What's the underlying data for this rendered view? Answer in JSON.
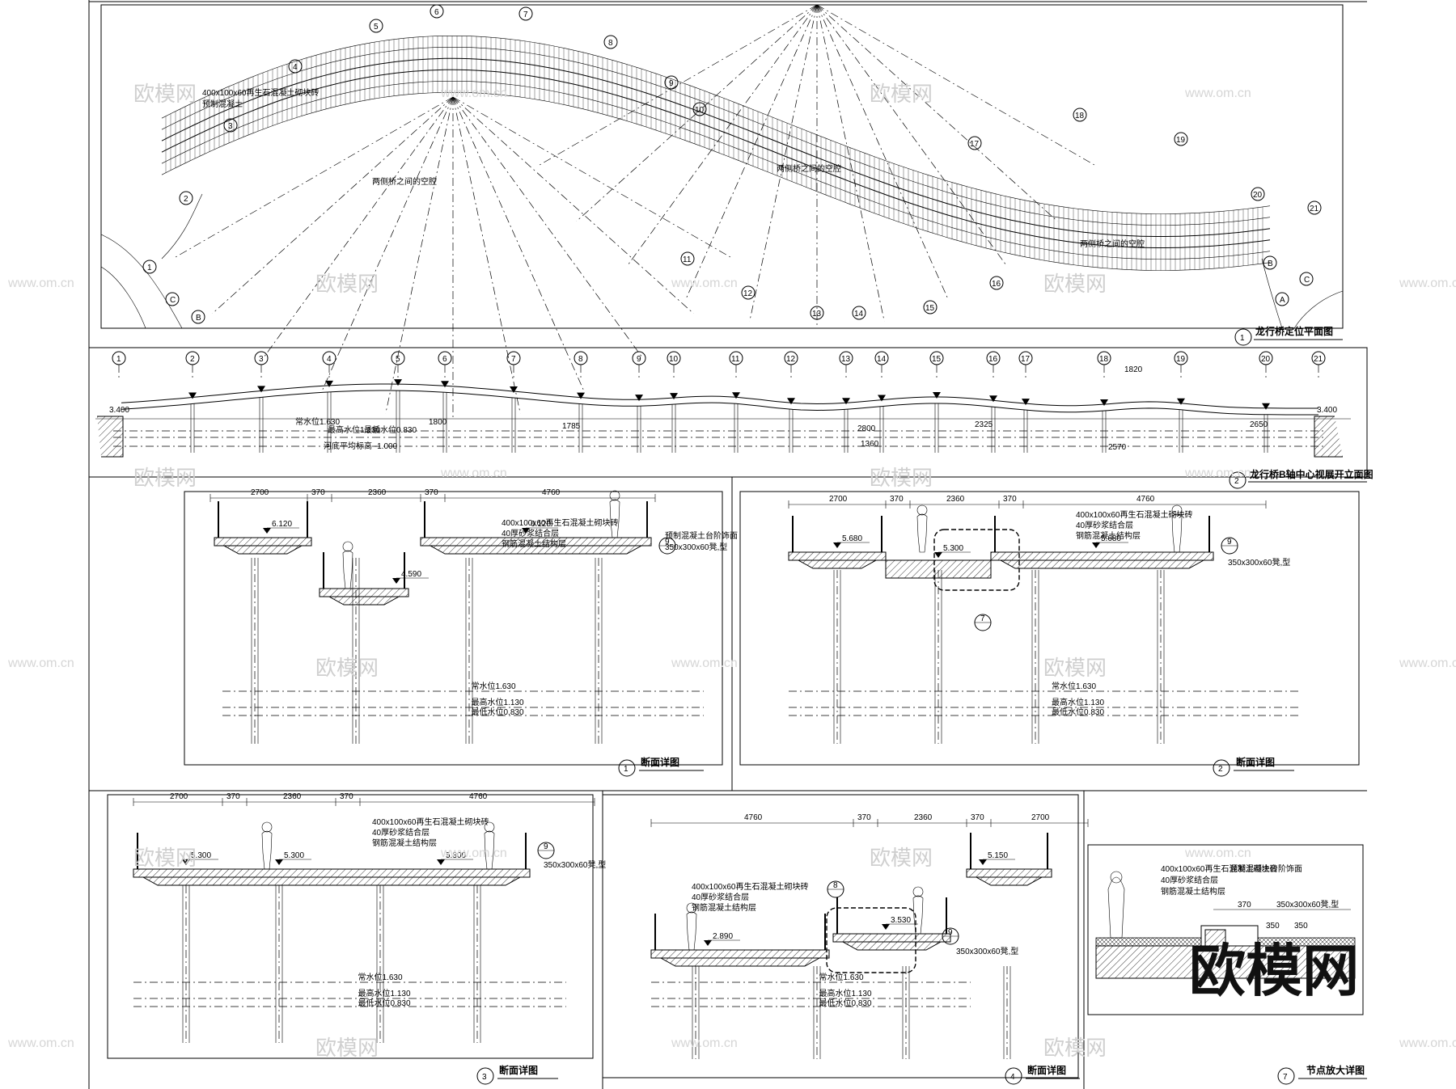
{
  "plan": {
    "title": "龙行桥定位平面图",
    "number": "1",
    "axis_numbers": [
      "1",
      "2",
      "3",
      "4",
      "5",
      "6",
      "7",
      "8",
      "9",
      "10",
      "11",
      "12",
      "13",
      "14",
      "15",
      "16",
      "17",
      "18",
      "19",
      "20",
      "21"
    ],
    "row_letters": [
      "A",
      "B",
      "C"
    ],
    "notes": [
      "400x100x60再生石混凝土砌块砖",
      "预制混凝土",
      "两侧桥之间的空腔",
      "两侧桥之间的空腔",
      "两侧桥之间的空腔"
    ]
  },
  "elevation": {
    "title": "龙行桥B轴中心视展开立面图",
    "number": "2",
    "axis_numbers": [
      "1",
      "2",
      "3",
      "4",
      "5",
      "6",
      "7",
      "8",
      "9",
      "10",
      "11",
      "12",
      "13",
      "14",
      "15",
      "16",
      "17",
      "18",
      "19",
      "20",
      "21"
    ],
    "end_elev": "3.400",
    "water_levels": [
      "常水位1.630",
      "最高水位1.130",
      "最低水位0.830",
      "河底平均标高 -1.000"
    ],
    "dims": [
      "1820",
      "2650",
      "2570",
      "2325",
      "2800",
      "1360",
      "1785",
      "1800"
    ]
  },
  "sections": [
    {
      "number": "1",
      "title": "断面详图",
      "dims": [
        "2700",
        "370",
        "2360",
        "370",
        "4760"
      ],
      "elevs": [
        "6.120",
        "6.120",
        "4.590"
      ]
    },
    {
      "number": "2",
      "title": "断面详图",
      "dims": [
        "2700",
        "370",
        "2360",
        "370",
        "4760"
      ],
      "elevs": [
        "5.680",
        "5.300",
        "5.680"
      ]
    },
    {
      "number": "3",
      "title": "断面详图",
      "dims": [
        "2700",
        "370",
        "2360",
        "370",
        "4760"
      ],
      "elevs": [
        "5.300",
        "5.300",
        "5.300"
      ]
    },
    {
      "number": "4",
      "title": "断面详图",
      "dims": [
        "4760",
        "370",
        "2360",
        "370",
        "2700"
      ],
      "elevs": [
        "2.890",
        "3.530",
        "5.150"
      ]
    }
  ],
  "detail": {
    "number": "7",
    "title": "节点放大详图",
    "dims": [
      "370",
      "350",
      "350"
    ]
  },
  "callouts": {
    "detail_ref": "9",
    "node_ref": "7",
    "node_ref2": "8"
  },
  "notes": {
    "paving": "400x100x60再生石混凝土砌块砖",
    "bedding": "40厚砂浆结合层",
    "structure": "钢筋混凝土结构层",
    "curb": "预制混凝土台阶饰面",
    "curb_size": "350x300x60凳,型",
    "water_high": "常水位1.630",
    "water_mid": "最高水位1.130",
    "water_low": "最低水位0.830"
  },
  "watermarks": {
    "brand": "欧模网",
    "site": "www.om.cn",
    "big": "欧模网"
  }
}
